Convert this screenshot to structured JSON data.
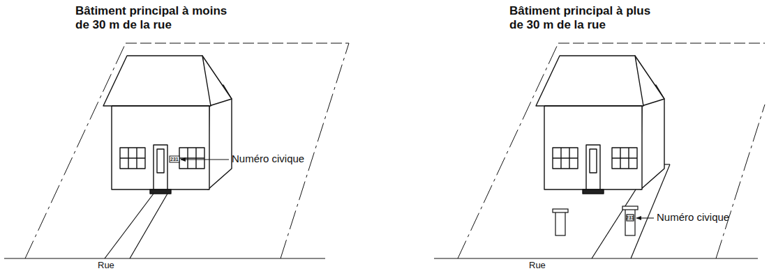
{
  "diagram": {
    "labels": [
      "Bâtiment principal à moins de 30 m de la rue",
      "Numéro civique",
      "231",
      "Rue",
      "Bâtiment principal à plus de 30 m de la rue",
      "Numéro civique",
      "231",
      "Rue"
    ]
  }
}
